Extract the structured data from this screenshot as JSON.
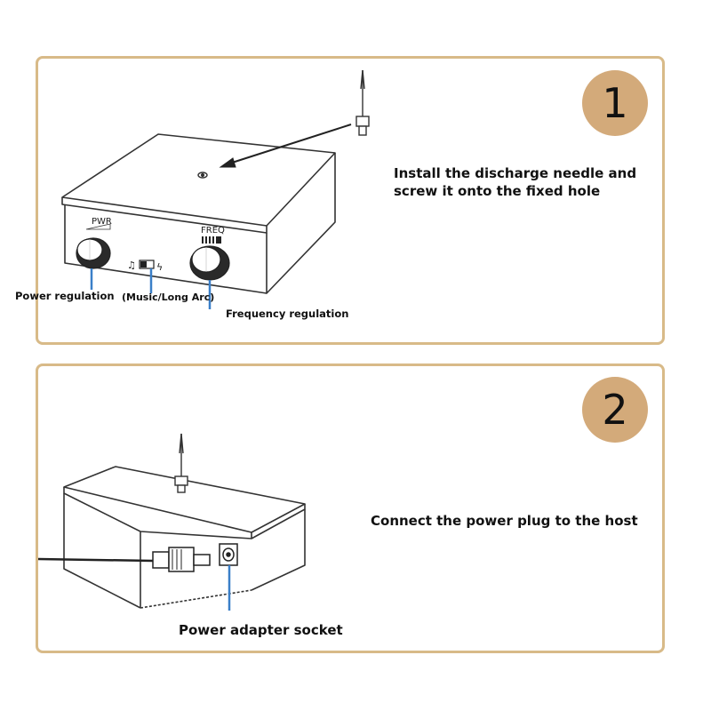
{
  "steps": [
    {
      "number": "1",
      "instruction_line1": "Install the discharge needle and",
      "instruction_line2": "screw it onto the fixed hole",
      "device_labels": {
        "power_knob": "PWR",
        "freq_knob": "FREQ"
      },
      "callouts": {
        "power": "Power regulation",
        "mode": "(Music/Long Arc)",
        "frequency": "Frequency regulation"
      }
    },
    {
      "number": "2",
      "instruction": "Connect the power plug to the host",
      "callouts": {
        "socket": "Power adapter socket"
      }
    }
  ],
  "colors": {
    "panel_border": "#d8ba88",
    "badge_fill": "#d3aa7a",
    "callout_line": "#3a7fc8",
    "line_art": "#333333"
  },
  "icons": [
    "music-note-icon",
    "toggle-switch-icon",
    "lightning-icon"
  ]
}
